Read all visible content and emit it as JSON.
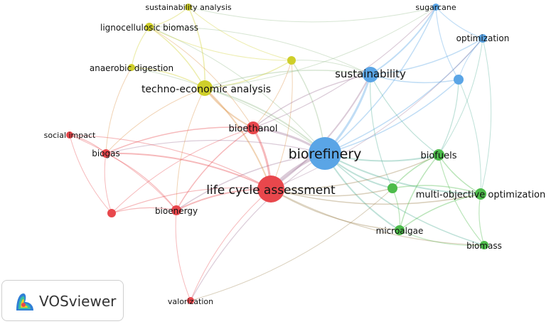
{
  "colors": {
    "red": "#e8474c",
    "yellow": "#cfcf2a",
    "blue": "#5aa5e6",
    "green": "#4cbb4a",
    "purple": "#9a8bd6"
  },
  "nodes": [
    {
      "id": "biorefinery",
      "label": "biorefinery",
      "cluster": "blue"
    },
    {
      "id": "lca",
      "label": "life cycle assessment",
      "cluster": "red"
    },
    {
      "id": "sustainability",
      "label": "sustainability",
      "cluster": "blue"
    },
    {
      "id": "tea",
      "label": "techno-economic analysis",
      "cluster": "yellow"
    },
    {
      "id": "bioethanol",
      "label": "bioethanol",
      "cluster": "red"
    },
    {
      "id": "biofuels",
      "label": "biofuels",
      "cluster": "green"
    },
    {
      "id": "moo",
      "label": "multi-objective optimization",
      "cluster": "green"
    },
    {
      "id": "microalgae",
      "label": "microalgae",
      "cluster": "green"
    },
    {
      "id": "biomass",
      "label": "biomass",
      "cluster": "green"
    },
    {
      "id": "bioenergy",
      "label": "bioenergy",
      "cluster": "red"
    },
    {
      "id": "biogas",
      "label": "biogas",
      "cluster": "red"
    },
    {
      "id": "social",
      "label": "social impact",
      "cluster": "red"
    },
    {
      "id": "valorization",
      "label": "valorization",
      "cluster": "red"
    },
    {
      "id": "sugarcane",
      "label": "sugarcane",
      "cluster": "blue"
    },
    {
      "id": "optimization",
      "label": "optimization",
      "cluster": "blue"
    },
    {
      "id": "lignocellulosic",
      "label": "lignocellulosic biomass",
      "cluster": "yellow"
    },
    {
      "id": "anaerobic",
      "label": "anaerobic digestion",
      "cluster": "yellow"
    },
    {
      "id": "sust_analysis",
      "label": "sustainability analysis",
      "cluster": "yellow"
    },
    {
      "id": "yellow_small",
      "label": "",
      "cluster": "yellow"
    },
    {
      "id": "blue_small",
      "label": "",
      "cluster": "blue"
    },
    {
      "id": "green_small",
      "label": "",
      "cluster": "green"
    },
    {
      "id": "red_small",
      "label": "",
      "cluster": "red"
    }
  ],
  "logo": {
    "text": "VOSviewer"
  }
}
